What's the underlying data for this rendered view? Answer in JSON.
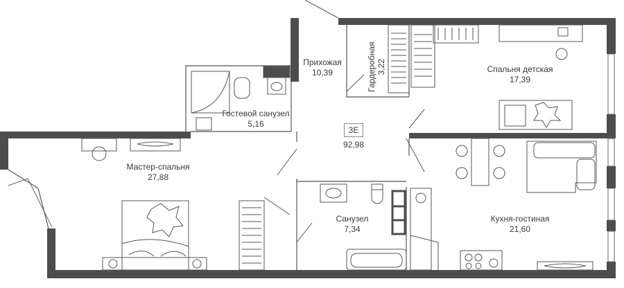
{
  "apartment": {
    "type": "3E",
    "total_area": "92,98"
  },
  "rooms": [
    {
      "name": "Прихожая",
      "area": "10,39"
    },
    {
      "name": "Гардеробная",
      "area": "3,22"
    },
    {
      "name": "Спальня детская",
      "area": "17,39"
    },
    {
      "name": "Гостевой санузел",
      "area": "5,16"
    },
    {
      "name": "Мастер-спальня",
      "area": "27,88"
    },
    {
      "name": "Санузел",
      "area": "7,34"
    },
    {
      "name": "Кухня-гостиная",
      "area": "21,60"
    }
  ],
  "colors": {
    "wall": "#4d4d4d",
    "line": "#555555",
    "background": "#ffffff"
  }
}
